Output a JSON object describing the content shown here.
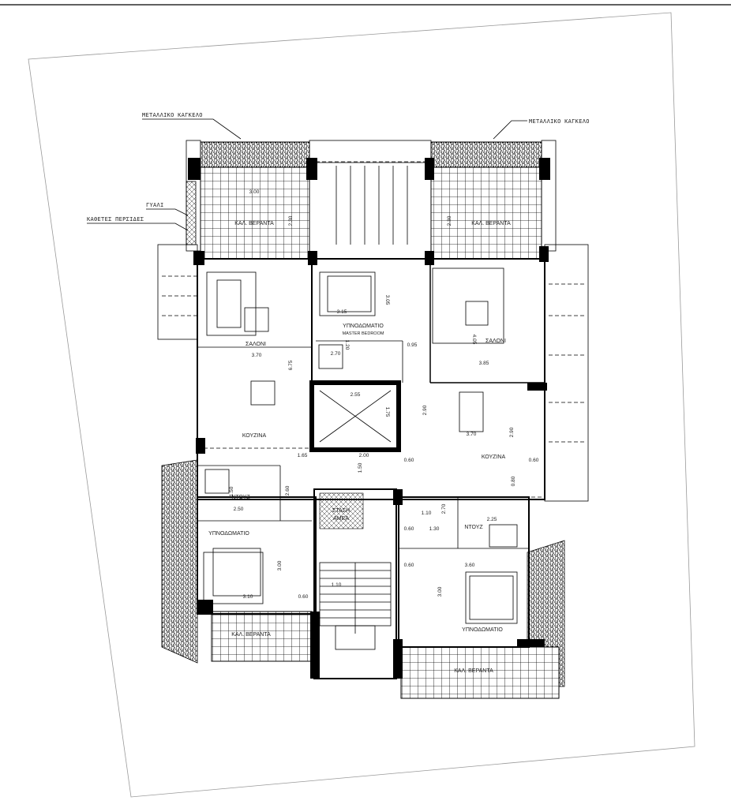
{
  "drawing": {
    "annotations": {
      "metal_railing_left": "ΜΕΤΑΛΛΙΚΟ ΚΑΓΚΕΛΟ",
      "metal_railing_right": "ΜΕΤΑΛΛΙΚΟ ΚΑΓΚΕΛΟ",
      "glass": "ΓΥΑΛΙ",
      "vertical_louvers": "ΚΑΘΕΤΕΣ ΠΕΡΣΙΔΕΣ"
    },
    "rooms": {
      "veranda_top_left": "ΚΑΛ. ΒΕΡΑΝΤΑ",
      "veranda_top_right": "ΚΑΛ. ΒΕΡΑΝΤΑ",
      "veranda_bottom_left": "ΚΑΛ. ΒΕΡΑΝΤΑ",
      "veranda_bottom_right": "ΚΑΛ. ΒΕΡΑΝΤΑ",
      "living_left": "ΣΑΛΟΝΙ",
      "living_right": "ΣΑΛΟΝΙ",
      "master_bedroom": "ΥΠΝΟΔΩΜΑΤΙΟ",
      "master_bedroom_sub": "MASTER BEDROOM",
      "bedroom_left": "ΥΠΝΟΔΩΜΑΤΙΟ",
      "bedroom_right": "ΥΠΝΟΔΩΜΑΤΙΟ",
      "kitchen_left": "ΚΟΥΖΙΝΑ",
      "kitchen_right": "ΚΟΥΖΙΝΑ",
      "shower_left": "ΝΤΟΥΖ",
      "shower_right": "ΝΤΟΥΖ",
      "lift_stop_1": "ΣΤΑΣΗ",
      "lift_stop_2": "ΑΜΕΑ"
    },
    "dimensions": [
      "3.15",
      "3.05",
      "0.95",
      "1.20",
      "2.70",
      "3.70",
      "6.75",
      "4.05",
      "3.85",
      "2.55",
      "1.75",
      "2.90",
      "3.70",
      "2.90",
      "0.60",
      "1.65",
      "2.00",
      "1.50",
      "0.60",
      "1.50",
      "2.60",
      "2.50",
      "1.10",
      "2.70",
      "0.60",
      "1.30",
      "2.25",
      "3.00",
      "0.60",
      "3.60",
      "3.00",
      "1.10",
      "3.10",
      "0.60",
      "0.80",
      "2.30",
      "2.30",
      "3.00"
    ]
  }
}
